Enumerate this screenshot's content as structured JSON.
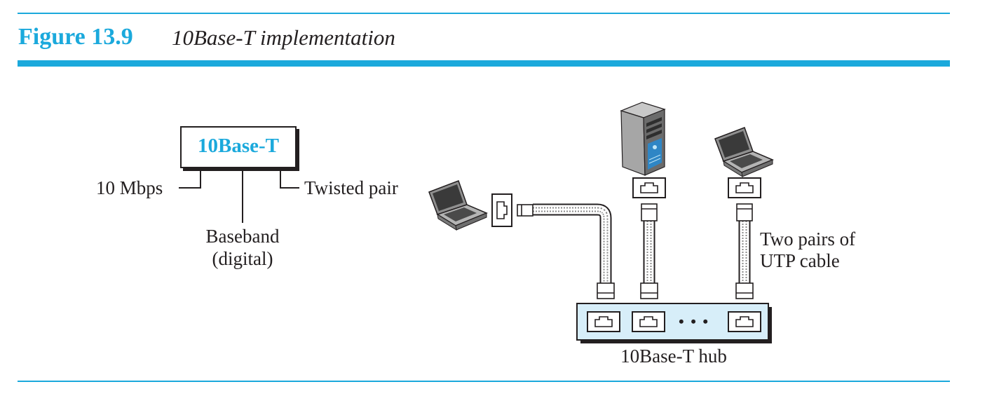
{
  "figure": {
    "number": "Figure 13.9",
    "title": "10Base-T implementation",
    "accent_color": "#1ba9dc",
    "hub_color": "#d7eef9"
  },
  "notation": {
    "name": "10Base-T",
    "rate": "10 Mbps",
    "signal_line1": "Baseband",
    "signal_line2": "(digital)",
    "medium": "Twisted pair"
  },
  "network": {
    "cable_label_line1": "Two pairs of",
    "cable_label_line2": "UTP cable",
    "hub_label": "10Base-T hub",
    "hub_ellipsis": "• • •",
    "stations": [
      {
        "kind": "laptop",
        "icon": "laptop-icon"
      },
      {
        "kind": "server",
        "icon": "server-tower-icon"
      },
      {
        "kind": "laptop",
        "icon": "laptop-icon"
      }
    ]
  }
}
